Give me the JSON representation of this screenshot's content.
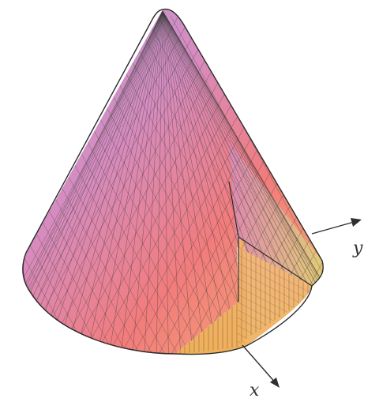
{
  "figure": {
    "axes": [
      {
        "label": "y"
      },
      {
        "label": "x"
      }
    ]
  },
  "colors": {
    "apex": "#b89ad6",
    "upper_left": "#d68cc0",
    "left_rim": "#f27c7c",
    "front_rim": "#f5b070",
    "right_side": "#ddd977",
    "cut_face": "#efb05a",
    "mesh": "#3a3a3a",
    "outline": "#2b2b2b",
    "axis": "#2f2f2f"
  },
  "surface": {
    "shape": "cone",
    "cut": "wedge-removed-between-x-and-y-axes"
  }
}
